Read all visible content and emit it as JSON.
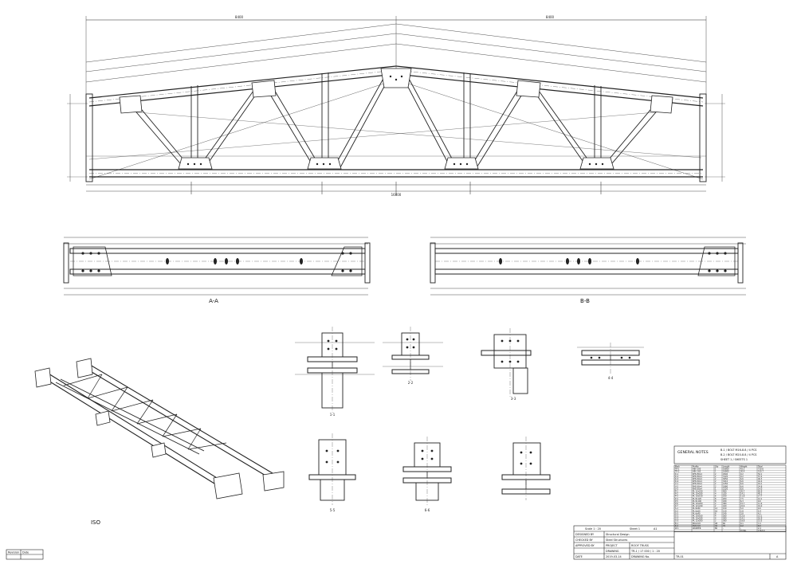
{
  "drawing": {
    "elevation": {
      "overall_length": "16800",
      "half_left": "8400",
      "half_right": "8400"
    },
    "section_labels": {
      "section_a": "A-A",
      "section_b": "B-B",
      "detail_1": "1-1",
      "detail_2": "2-2",
      "detail_3": "3-3",
      "detail_4": "4-4",
      "detail_5": "5-5",
      "detail_6": "6-6",
      "iso_view": "ISO"
    },
    "general_notes": {
      "title": "GENERAL NOTES",
      "note_1": "B-1 / BOLT M16-8.8 / 4 PCS",
      "note_2": "B-2 / BOLT M20-8.8 / 4 PCS",
      "note_3": "SHEET 1 / SHEETS 1"
    },
    "bom": {
      "header": [
        "Mark",
        "Profile",
        "Qty",
        "Length",
        "Weight",
        "Total"
      ],
      "rows": [
        [
          "TR-1",
          "HEA 200",
          "1",
          "16800",
          "42.3",
          "710.6"
        ],
        [
          "TR-2",
          "HEA 160",
          "1",
          "16800",
          "30.4",
          "510.7"
        ],
        [
          "D-1",
          "RHS 80x4",
          "2",
          "2940",
          "9.2",
          "54.1"
        ],
        [
          "D-2",
          "RHS 80x4",
          "2",
          "3120",
          "9.2",
          "57.4"
        ],
        [
          "D-3",
          "RHS 60x4",
          "2",
          "3050",
          "6.6",
          "40.3"
        ],
        [
          "D-4",
          "RHS 60x4",
          "2",
          "3210",
          "6.6",
          "42.4"
        ],
        [
          "V-1",
          "RHS 60x4",
          "2",
          "1450",
          "6.6",
          "19.1"
        ],
        [
          "V-2",
          "RHS 60x4",
          "2",
          "1880",
          "6.6",
          "24.8"
        ],
        [
          "V-3",
          "RHS 60x4",
          "1",
          "2120",
          "6.6",
          "14.0"
        ],
        [
          "P-1",
          "PL 12x220",
          "4",
          "400",
          "20.7",
          "82.9"
        ],
        [
          "P-2",
          "PL 10x180",
          "4",
          "320",
          "14.1",
          "45.2"
        ],
        [
          "P-3",
          "PL 10x150",
          "6",
          "250",
          "11.8",
          "17.7"
        ],
        [
          "P-4",
          "PL 8x120",
          "8",
          "200",
          "7.5",
          "12.1"
        ],
        [
          "P-5",
          "PL 8x100",
          "8",
          "180",
          "6.3",
          "9.0"
        ],
        [
          "P-6",
          "PL 10x200",
          "2",
          "380",
          "15.7",
          "11.9"
        ],
        [
          "P-7",
          "PL 12x240",
          "2",
          "420",
          "22.6",
          "19.0"
        ],
        [
          "S-1",
          "PL 8x80",
          "12",
          "150",
          "5.0",
          "9.0"
        ],
        [
          "S-2",
          "PL 6x60",
          "16",
          "120",
          "2.8",
          "5.4"
        ],
        [
          "S-3",
          "PL 6x80",
          "8",
          "140",
          "3.8",
          "4.2"
        ],
        [
          "G-1",
          "PL 10x160",
          "4",
          "260",
          "12.6",
          "13.1"
        ],
        [
          "G-2",
          "PL 10x180",
          "4",
          "300",
          "14.1",
          "16.9"
        ],
        [
          "G-3",
          "PL 12x200",
          "2",
          "360",
          "18.8",
          "13.5"
        ],
        [
          "B-1",
          "M16-8.8",
          "48",
          "60",
          "0.1",
          "7.2"
        ],
        [
          "B-2",
          "M20-8.8",
          "32",
          "70",
          "0.2",
          "8.0"
        ],
        [
          "W-1",
          "WASHER",
          "80",
          "-",
          "-",
          "2.4"
        ],
        [
          "",
          "",
          "",
          "",
          "TOTAL",
          "1763.9"
        ]
      ]
    },
    "title_block": {
      "scale": "Scale 1 : 20",
      "sheet": "Sheet 1",
      "format": "A1",
      "designed_label": "DESIGNED BY",
      "designed_value": "Structural Design",
      "checked_label": "CHECKED BY",
      "checked_value": "Steel Structures",
      "approved_label": "APPROVED BY",
      "approved_value": "",
      "project_label": "PROJECT",
      "project_value": "ROOF TRUSS",
      "drawing_label": "DRAWING",
      "drawing_value": "TR-1  /  17 000  /  1 : 20",
      "date_label": "DATE",
      "date_value": "2019-03-14",
      "number_label": "DRAWING No.",
      "number_value": "TR-01",
      "rev": "A",
      "left_box_1": "Revision",
      "left_box_2": "Date"
    }
  }
}
